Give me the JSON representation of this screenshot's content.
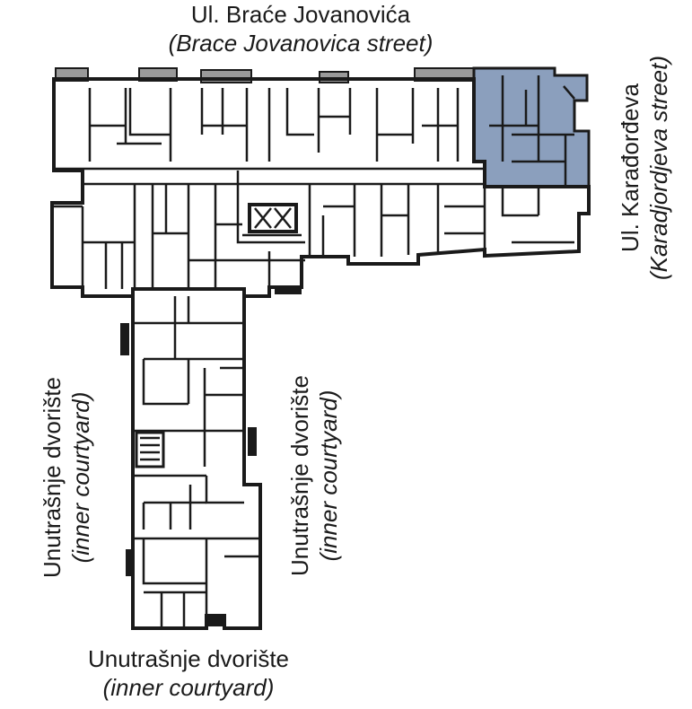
{
  "labels": {
    "north": {
      "line1": "Ul. Braće Jovanovića",
      "line2": "(Brace Jovanovica street)"
    },
    "east": {
      "line1": "Ul. Karađorđeva",
      "line2": "(Karadjordjeva street)"
    },
    "west_courtyard": {
      "line1": "Unutrašnje dvorište",
      "line2": "(inner courtyard)"
    },
    "middle_courtyard": {
      "line1": "Unutrašnje dvorište",
      "line2": "(inner courtyard)"
    },
    "south_courtyard": {
      "line1": "Unutrašnje dvorište",
      "line2": "(inner courtyard)"
    }
  },
  "colors": {
    "highlight": "#8b9fbd",
    "wall": "#1a1a1a",
    "balcony": "#9a9a9a"
  }
}
